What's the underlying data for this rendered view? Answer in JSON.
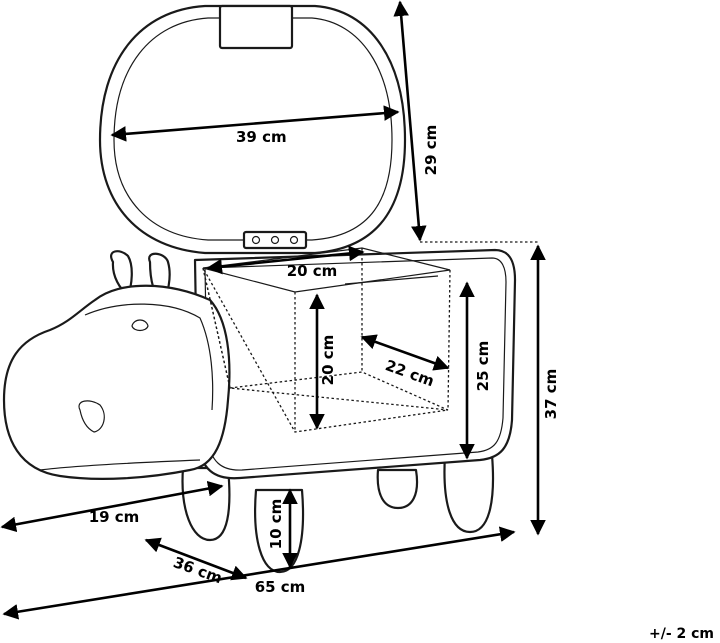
{
  "dimensions": {
    "lid_width": "39 cm",
    "lid_height": "29 cm",
    "inner_width": "20 cm",
    "inner_height": "20 cm",
    "inner_depth": "22 cm",
    "body_height": "25 cm",
    "total_height": "37 cm",
    "head_length": "19 cm",
    "leg_height": "10 cm",
    "depth": "36 cm",
    "total_length": "65 cm"
  },
  "tolerance": "+/- 2 cm"
}
